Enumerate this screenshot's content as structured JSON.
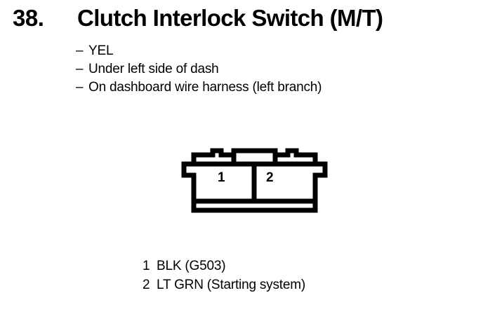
{
  "heading": {
    "number": "38.",
    "title": "Clutch Interlock Switch (M/T)"
  },
  "details": {
    "dash": "–",
    "items": [
      {
        "text": "YEL"
      },
      {
        "text": "Under left side of dash"
      },
      {
        "text": "On dashboard wire harness (left branch)"
      }
    ]
  },
  "connector": {
    "name": "2-cavity connector",
    "outline_color": "#000000",
    "fill_color": "#ffffff",
    "cavities": [
      {
        "pin": "1"
      },
      {
        "pin": "2"
      }
    ]
  },
  "legend": {
    "rows": [
      {
        "pin": "1",
        "wire": "BLK (G503)"
      },
      {
        "pin": "2",
        "wire": "LT GRN (Starting system)"
      }
    ]
  }
}
